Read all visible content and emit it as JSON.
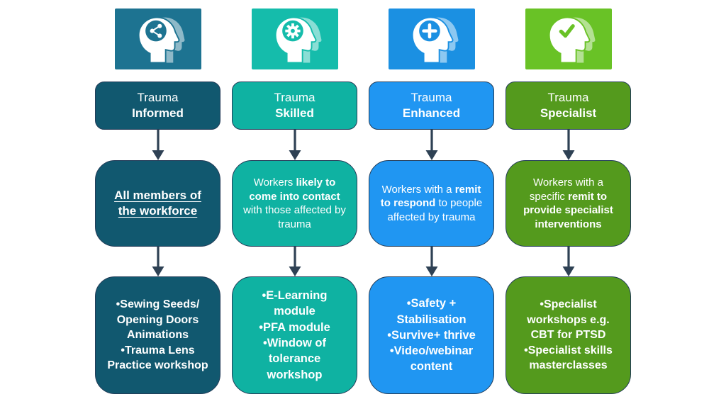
{
  "bullet": "•",
  "arrow_color": "#2e4154",
  "border_color": "#233c58",
  "columns": [
    {
      "id": "trauma-informed",
      "icon": "share-in-head-icon",
      "icon_bg": "#1d7391",
      "box_color": "#11586f",
      "icon_disc": "#1d7391",
      "icon_glyph": "#ffffff",
      "title_line1": "Trauma",
      "title_line2": "Informed",
      "middle_segments": [
        {
          "text": "All members of the workforce",
          "bold": true,
          "underline": true
        }
      ],
      "bottom_items": [
        "Sewing Seeds/ Opening Doors Animations",
        "Trauma Lens Practice workshop"
      ]
    },
    {
      "id": "trauma-skilled",
      "icon": "gear-in-head-icon",
      "icon_bg": "#15bcab",
      "box_color": "#0fb2a2",
      "icon_disc": "#15bcab",
      "icon_glyph": "#ffffff",
      "title_line1": "Trauma",
      "title_line2": "Skilled",
      "middle_segments": [
        {
          "text": "Workers ",
          "bold": false
        },
        {
          "text": "likely to come into contact",
          "bold": true
        },
        {
          "text": " with those affected by trauma",
          "bold": false
        }
      ],
      "bottom_items": [
        "E-Learning module",
        "PFA module",
        "Window of tolerance workshop"
      ]
    },
    {
      "id": "trauma-enhanced",
      "icon": "plus-in-head-icon",
      "icon_bg": "#1b90e2",
      "box_color": "#2096f2",
      "icon_disc": "#1b90e2",
      "icon_glyph": "#ffffff",
      "title_line1": "Trauma",
      "title_line2": "Enhanced",
      "middle_segments": [
        {
          "text": "Workers with a ",
          "bold": false
        },
        {
          "text": "remit to respond",
          "bold": true
        },
        {
          "text": " to people affected by trauma",
          "bold": false
        }
      ],
      "bottom_items": [
        "Safety + Stabilisation",
        "Survive+ thrive",
        "Video/webinar content"
      ]
    },
    {
      "id": "trauma-specialist",
      "icon": "check-in-head-icon",
      "icon_bg": "#69c226",
      "box_color": "#549a1d",
      "icon_disc": "#ffffff",
      "icon_glyph": "#69c226",
      "title_line1": "Trauma",
      "title_line2": "Specialist",
      "middle_segments": [
        {
          "text": "Workers with a specific ",
          "bold": false
        },
        {
          "text": "remit to provide specialist interventions",
          "bold": true
        }
      ],
      "bottom_items": [
        "Specialist workshops e.g. CBT for PTSD",
        "Specialist skills masterclasses"
      ]
    }
  ]
}
